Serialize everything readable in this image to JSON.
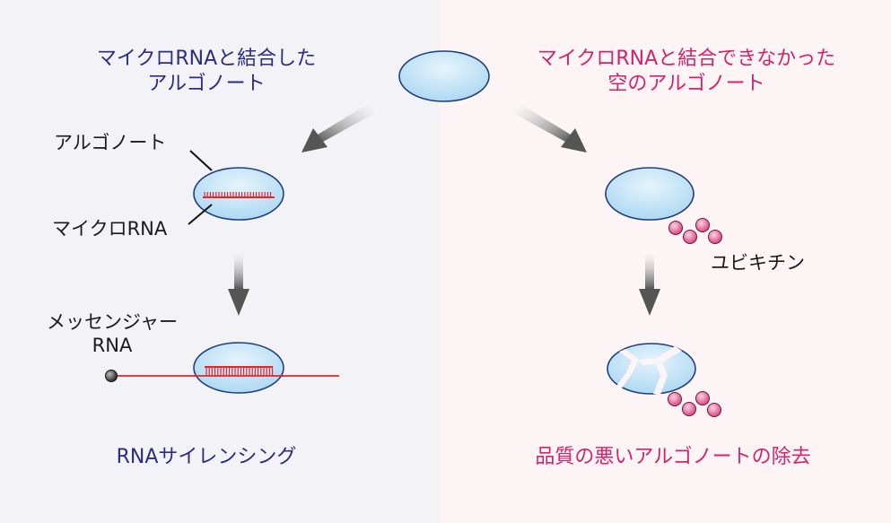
{
  "left": {
    "heading_line1": "マイクロRNAと結合した",
    "heading_line2": "アルゴノート",
    "label_argonaute": "アルゴノート",
    "label_microrna": "マイクロRNA",
    "label_mrna_line1": "メッセンジャー",
    "label_mrna_line2": "RNA",
    "caption": "RNAサイレンシング"
  },
  "right": {
    "heading_line1": "マイクロRNAと結合できなかった",
    "heading_line2": "空のアルゴノート",
    "label_ubiquitin": "ユビキチン",
    "caption": "品質の悪いアルゴノートの除去"
  },
  "colors": {
    "left_bg": "#f2f2f7",
    "right_bg": "#fdf4f6",
    "left_text": "#2b2c84",
    "right_text": "#d4236b",
    "ellipse_fill": "#bfe2f6",
    "ellipse_stroke": "#1f3f78",
    "rna_red": "#e8252a",
    "ubiquitin_pink": "#e0679a"
  }
}
